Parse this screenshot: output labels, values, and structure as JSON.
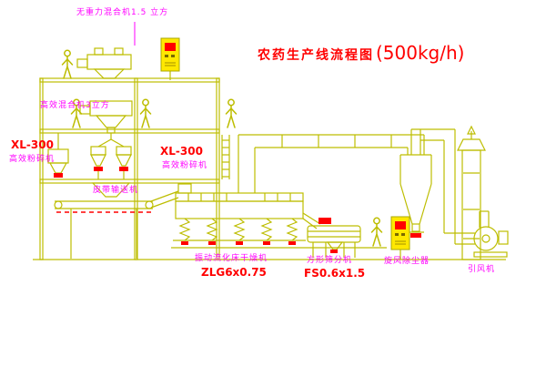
{
  "title": {
    "main": "农药生产线流程图",
    "capacity": "(500kg/h)"
  },
  "labels": {
    "top_mixer": "无重力混合机1.5 立方",
    "mid_mixer": "高效混合机3立方",
    "left_mill_model": "XL-300",
    "left_mill_name": "高效粉碎机",
    "right_mill_model": "XL-300",
    "right_mill_name": "高效粉碎机",
    "belt_conveyor": "皮带输送机",
    "dryer_name": "振动流化床干燥机",
    "dryer_model": "ZLG6x0.75",
    "sieve_name": "方形筛分机",
    "sieve_model": "FS0.6x1.5",
    "cyclone_name": "旋风除尘器",
    "fan_name": "引风机"
  },
  "colors": {
    "line": "#bdbd00",
    "label_text": "#ff00ff",
    "model_text": "#ff0000",
    "panel_body": "#ffe800",
    "panel_screen": "#ff0000"
  }
}
